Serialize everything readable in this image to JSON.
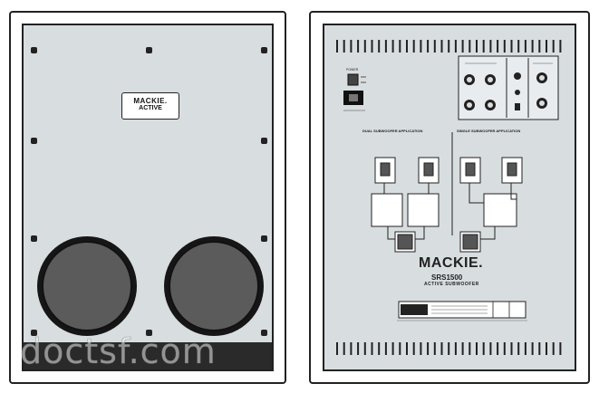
{
  "front": {
    "badge_brand": "MACKIE.",
    "badge_model": "ACTIVE",
    "watermark": "doctsf.com"
  },
  "rear": {
    "section_left": "DUAL SUBWOOFER APPLICATION",
    "section_right": "SINGLE SUBWOOFER APPLICATION",
    "power_label": "POWER",
    "brand": "MACKIE.",
    "model": "SRS1500",
    "subtitle": "ACTIVE SUBWOOFER"
  },
  "colors": {
    "panel_fill": "#d8dde0",
    "outline": "#222222",
    "woofer": "#161616"
  }
}
